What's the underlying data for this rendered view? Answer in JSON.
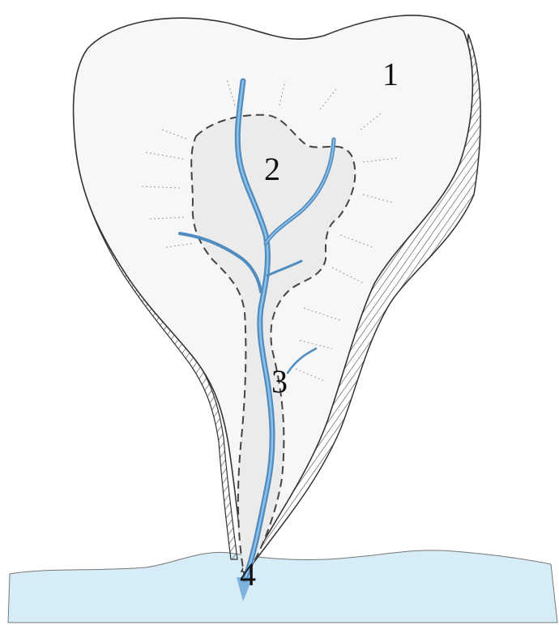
{
  "labels": {
    "zone1": "1",
    "zone2": "2",
    "zone3": "3",
    "zone4": "4"
  },
  "colors": {
    "water": "#d6ecf6",
    "catchment_fill": "#f7f7f7",
    "inner_zone_fill": "#ebebeb",
    "outline": "#333333",
    "river": "#4f8cc0",
    "river_highlight": "#8fc0e6",
    "hatch": "#444444"
  },
  "icons": [
    "ocean-water",
    "catchment-outline",
    "river-channel",
    "inner-catchment-boundary"
  ]
}
